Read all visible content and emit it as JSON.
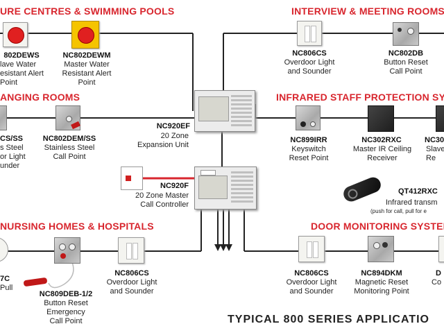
{
  "headers": {
    "leisure": "URE CENTRES & SWIMMING POOLS",
    "interview": "INTERVIEW & MEETING ROOMS",
    "changing": "ANGING ROOMS",
    "infrared": "INFRARED STAFF PROTECTION SYST",
    "nursing": "NURSING HOMES & HOSPITALS",
    "door": "DOOR MONITORING SYSTEM"
  },
  "devices": {
    "nc802dews": {
      "code": "802DEWS",
      "desc": "lave Water\nesistant Alert\nPoint"
    },
    "nc802dewm": {
      "code": "NC802DEWM",
      "desc": "Master Water\nResistant Alert\nPoint"
    },
    "nc806cs_top": {
      "code": "NC806CS",
      "desc": "Overdoor Light\nand Sounder"
    },
    "nc802db": {
      "code": "NC802DB",
      "desc": "Button Reset\nCall Point"
    },
    "ncss_left": {
      "code": "CS/SS",
      "desc": "s Steel\nor Light\nunder"
    },
    "nc802dem": {
      "code": "NC802DEM/SS",
      "desc": "Stainless Steel\nCall Point"
    },
    "nc920ef": {
      "code": "NC920EF",
      "desc": "20 Zone\nExpansion Unit"
    },
    "nc920f": {
      "code": "NC920F",
      "desc": "20 Zone Master\nCall Controller"
    },
    "nc899irr": {
      "code": "NC899IRR",
      "desc": "Keyswitch\nReset Point"
    },
    "nc302rxc": {
      "code": "NC302RXC",
      "desc": "Master IR Ceiling\nReceiver"
    },
    "nc30_right": {
      "code": "NC30",
      "desc": "Slave I\nRe"
    },
    "qt412rxc": {
      "code": "QT412RXC",
      "desc": "Infrared transm",
      "note": "(push for call, pull for e"
    },
    "nc7c_left": {
      "code": "7C",
      "desc": "Pull"
    },
    "nc809deb": {
      "code": "NC809DEB-1/2",
      "desc": "Button Reset\nEmergency\nCall Point"
    },
    "nc806cs_mid": {
      "code": "NC806CS",
      "desc": "Overdoor Light\nand Sounder"
    },
    "nc806cs_door": {
      "code": "NC806CS",
      "desc": "Overdoor Light\nand Sounder"
    },
    "nc894dkm": {
      "code": "NC894DKM",
      "desc": "Magnetic Reset\nMonitoring Point"
    },
    "d_right": {
      "code": "D",
      "desc": "Co"
    }
  },
  "footer": {
    "title": "TYPICAL 800 SERIES APPLICATIO"
  },
  "colors": {
    "header": "#d8262e",
    "wire": "#222222",
    "redWire": "#d8262e"
  }
}
